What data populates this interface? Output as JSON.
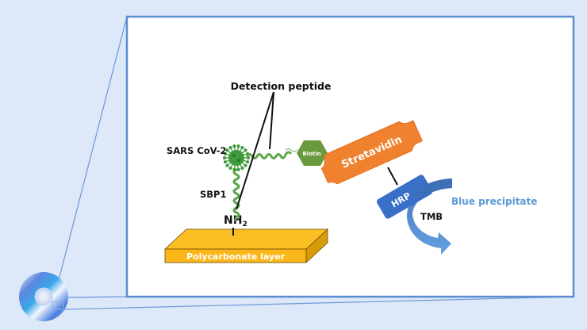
{
  "diagram": {
    "labels": {
      "detection_peptide": "Detection peptide",
      "sars_cov2": "SARS CoV-2",
      "sbp1": "SBP1",
      "nh2_main": "NH",
      "nh2_sub": "2",
      "biotin": "Biotin",
      "streptavidin": "Stretavidin",
      "hrp": "HRP",
      "tmb": "TMB",
      "blue_precipitate": "Blue precipitate",
      "polycarbonate": "Polycarbonate layer"
    },
    "colors": {
      "background": "#dde8f8",
      "panel_border": "#5b8ed0",
      "virus_green": "#3f9a3c",
      "peptide_green": "#5aa846",
      "biotin_green": "#6a9a3e",
      "streptavidin_orange": "#f0812e",
      "hrp_blue": "#3a6fc8",
      "arrow_blue": "#4f8fd8",
      "precipitate_text": "#5b9bd5",
      "polycarbonate_yellow": "#fbbf24",
      "polycarbonate_side": "#e0a50c"
    }
  }
}
